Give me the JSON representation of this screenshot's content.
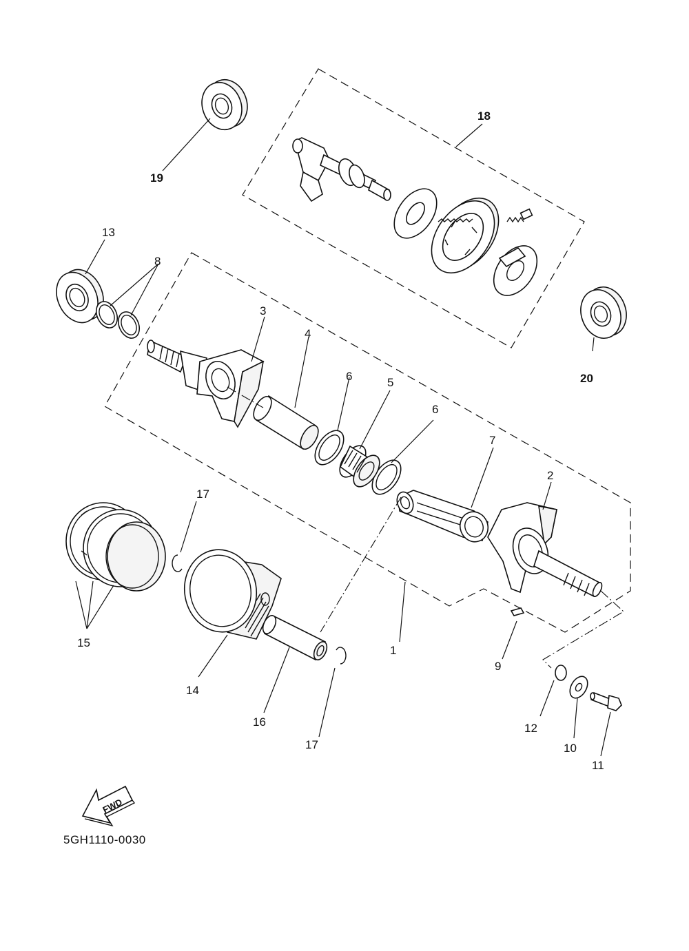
{
  "diagram": {
    "part_code": "5GH1110-0030",
    "fwd_label": "FWD",
    "callouts": [
      {
        "id": "c1",
        "text": "1"
      },
      {
        "id": "c2",
        "text": "2"
      },
      {
        "id": "c3",
        "text": "3"
      },
      {
        "id": "c4",
        "text": "4"
      },
      {
        "id": "c5",
        "text": "5"
      },
      {
        "id": "c6a",
        "text": "6"
      },
      {
        "id": "c6b",
        "text": "6"
      },
      {
        "id": "c7",
        "text": "7"
      },
      {
        "id": "c8",
        "text": "8"
      },
      {
        "id": "c9",
        "text": "9"
      },
      {
        "id": "c10",
        "text": "10"
      },
      {
        "id": "c11",
        "text": "11"
      },
      {
        "id": "c12",
        "text": "12"
      },
      {
        "id": "c13",
        "text": "13"
      },
      {
        "id": "c14",
        "text": "14"
      },
      {
        "id": "c15",
        "text": "15"
      },
      {
        "id": "c16",
        "text": "16"
      },
      {
        "id": "c17a",
        "text": "17"
      },
      {
        "id": "c17b",
        "text": "17"
      },
      {
        "id": "c18",
        "text": "18"
      },
      {
        "id": "c19",
        "text": "19"
      },
      {
        "id": "c20",
        "text": "20"
      }
    ]
  }
}
